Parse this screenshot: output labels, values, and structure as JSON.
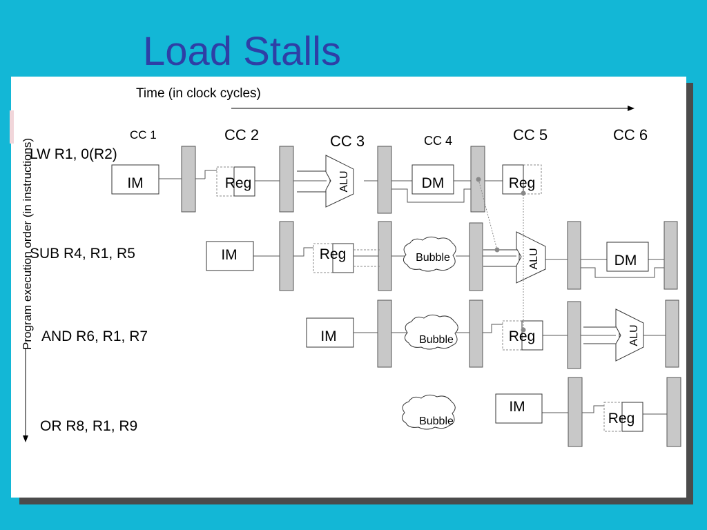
{
  "slide": {
    "title": "Load Stalls"
  },
  "diagram": {
    "time_axis_label": "Time (in clock cycles)",
    "order_axis_label": "Program execution order (in instructions)",
    "clock_cycles": [
      "CC 1",
      "CC 2",
      "CC 3",
      "CC 4",
      "CC 5",
      "CC 6"
    ],
    "instructions": [
      "LW R1, 0(R2)",
      "SUB R4, R1, R5",
      "AND R6, R1, R7",
      "OR R8, R1, R9"
    ],
    "stages": {
      "im": "IM",
      "reg": "Reg",
      "alu": "ALU",
      "dm": "DM",
      "bubble": "Bubble"
    }
  }
}
